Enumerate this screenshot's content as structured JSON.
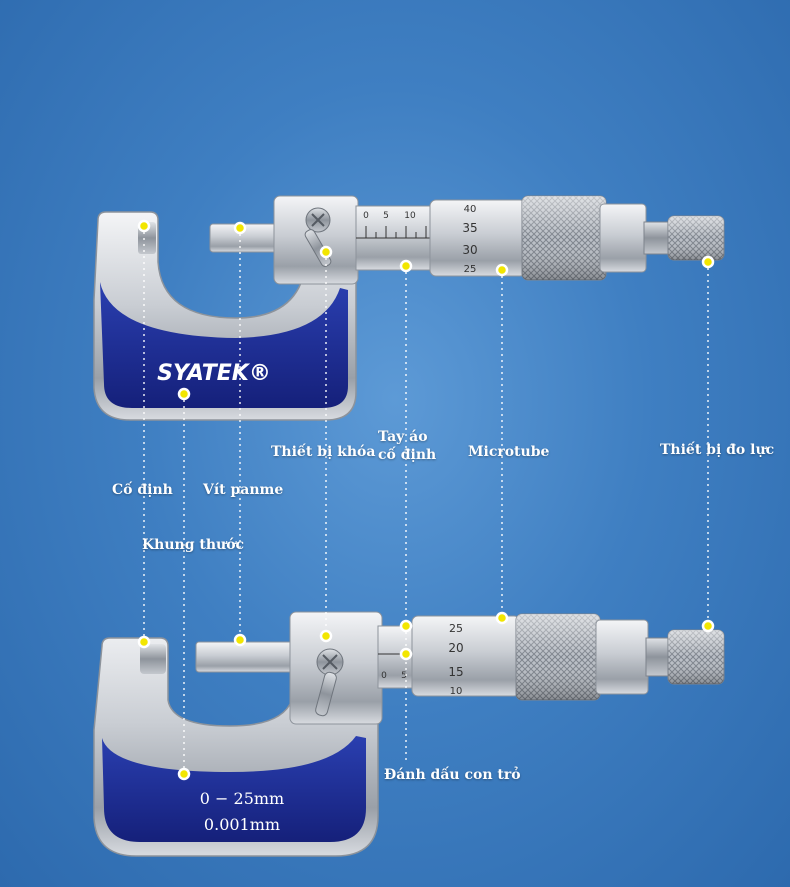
{
  "brand": "SYATEK®",
  "spec": {
    "range": "0 − 25mm",
    "resolution": "0.001mm"
  },
  "scale_top": {
    "sleeve": [
      "0",
      "5",
      "10"
    ],
    "thimble": [
      "40",
      "35",
      "30",
      "25"
    ]
  },
  "scale_bottom": {
    "sleeve": [
      "0",
      "5"
    ],
    "thimble": [
      "25",
      "20",
      "15",
      "10"
    ]
  },
  "labels": {
    "fixed_anvil": "Cố định",
    "spindle": "Vít panme",
    "frame": "Khung thước",
    "lock": "Thiết bị khóa",
    "sleeve": "Tay áo\ncố định",
    "microtube": "Microtube",
    "ratchet": "Thiết bị đo lực",
    "index_mark": "Đánh dấu con trỏ"
  },
  "colors": {
    "background": "#3f7fc2",
    "frame_blue": "#1c2b8f",
    "marker": "#f2e600",
    "steel": "#c9cdd3"
  }
}
